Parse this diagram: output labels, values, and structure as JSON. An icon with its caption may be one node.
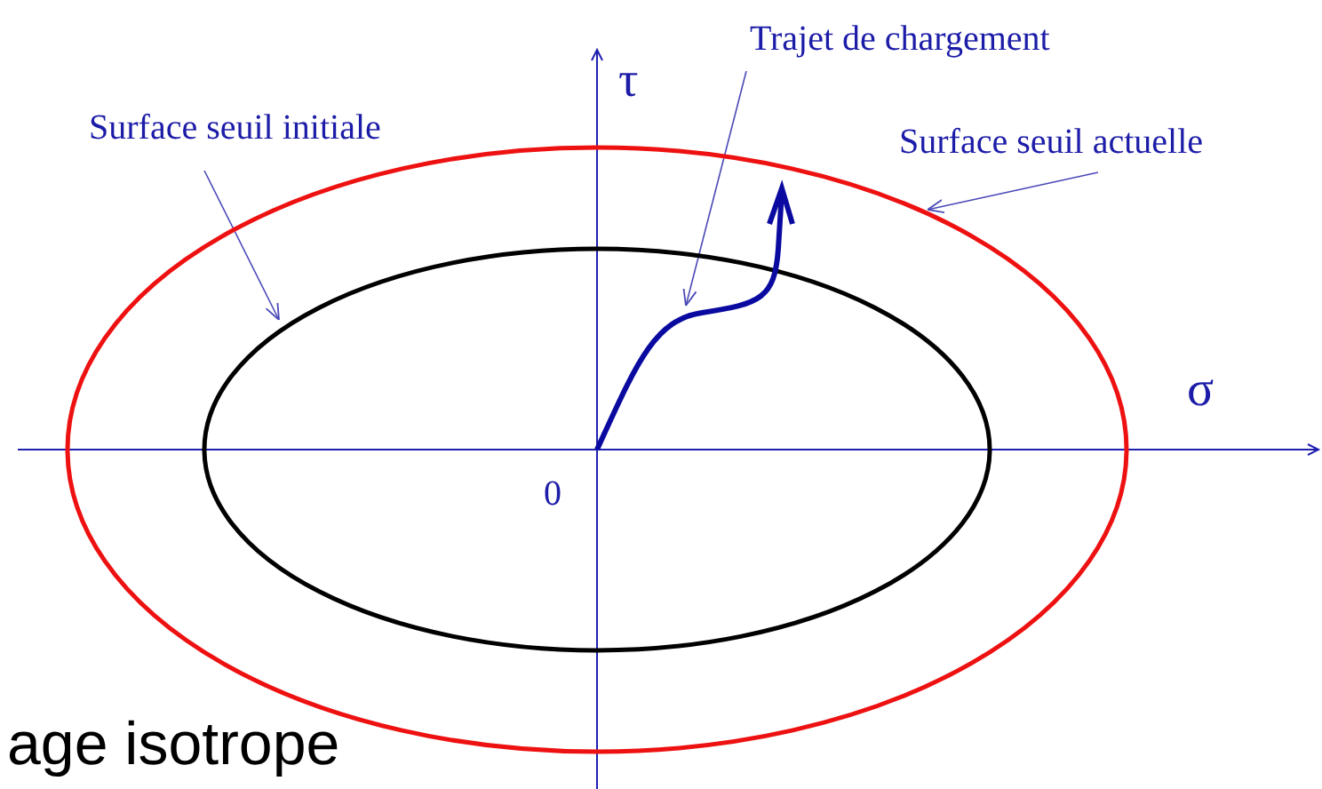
{
  "diagram": {
    "nodes": [
      {
        "text": [
          "Surface seuil initiale"
        ]
      },
      {
        "text": [
          "Trajet de chargement"
        ]
      },
      {
        "text": [
          "Surface seuil actuelle"
        ]
      },
      {
        "text": [],
        "shape": "ellipse"
      },
      {
        "text": [],
        "shape": "ellipse",
        "in": 3
      },
      {
        "text": [],
        "shape": "curve",
        "in": 3
      }
    ],
    "edges": [
      {
        "from": 0,
        "to": 4,
        "arrow": "to"
      },
      {
        "from": 1,
        "to": 5,
        "arrow": "to"
      },
      {
        "from": 2,
        "to": 3,
        "arrow": "to"
      }
    ],
    "labels": [
      "τ",
      "σ",
      "0",
      "age isotrope"
    ]
  }
}
